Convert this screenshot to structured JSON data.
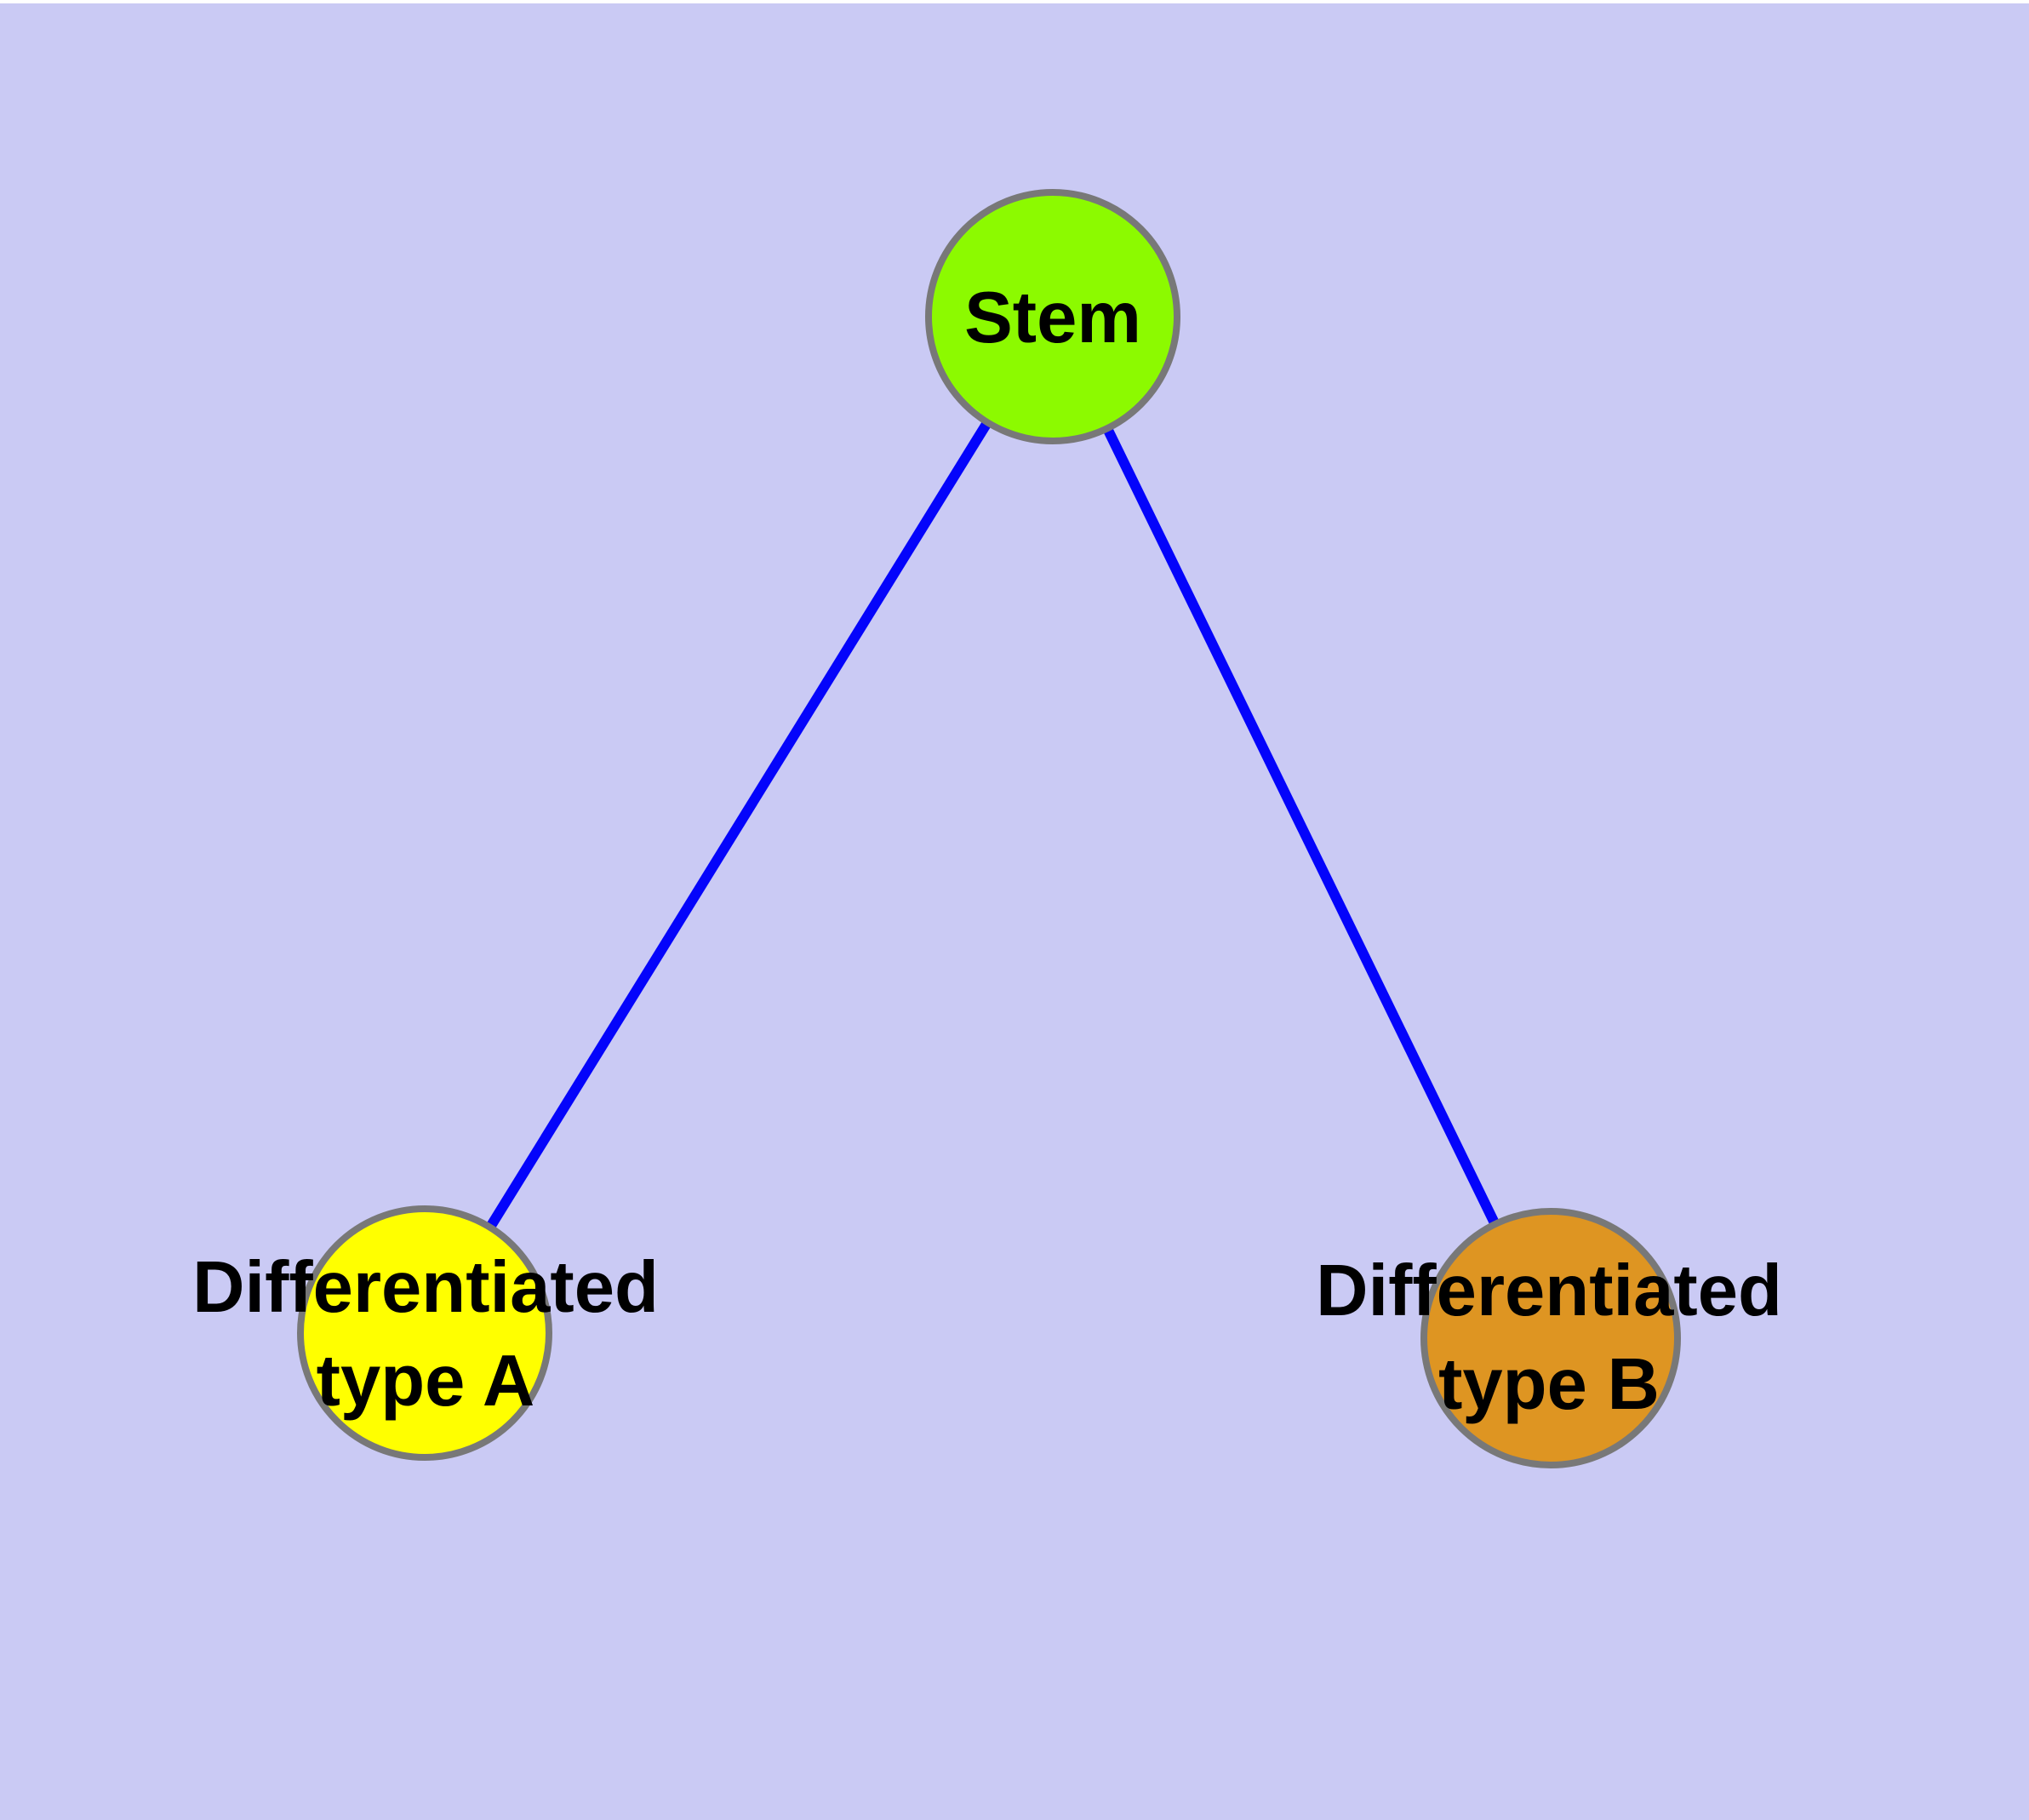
{
  "diagram": {
    "type": "graph",
    "background_color": "#cacaf4",
    "top_margin_color": "#ffffff",
    "edge_color": "#0404fb",
    "node_border_color": "#787878",
    "text_color": "#000000",
    "nodes": [
      {
        "id": "stem",
        "label": "Stem",
        "fill": "#8cfa00",
        "shape": "circle"
      },
      {
        "id": "type-a",
        "label": "Differentiated\ntype A",
        "fill": "#ffff00",
        "shape": "circle"
      },
      {
        "id": "type-b",
        "label": "Differentiated\ntype B",
        "fill": "#de9522",
        "shape": "circle"
      }
    ],
    "edges": [
      {
        "from": "Stem",
        "to": "Differentiated type A"
      },
      {
        "from": "Stem",
        "to": "Differentiated type B"
      }
    ]
  }
}
